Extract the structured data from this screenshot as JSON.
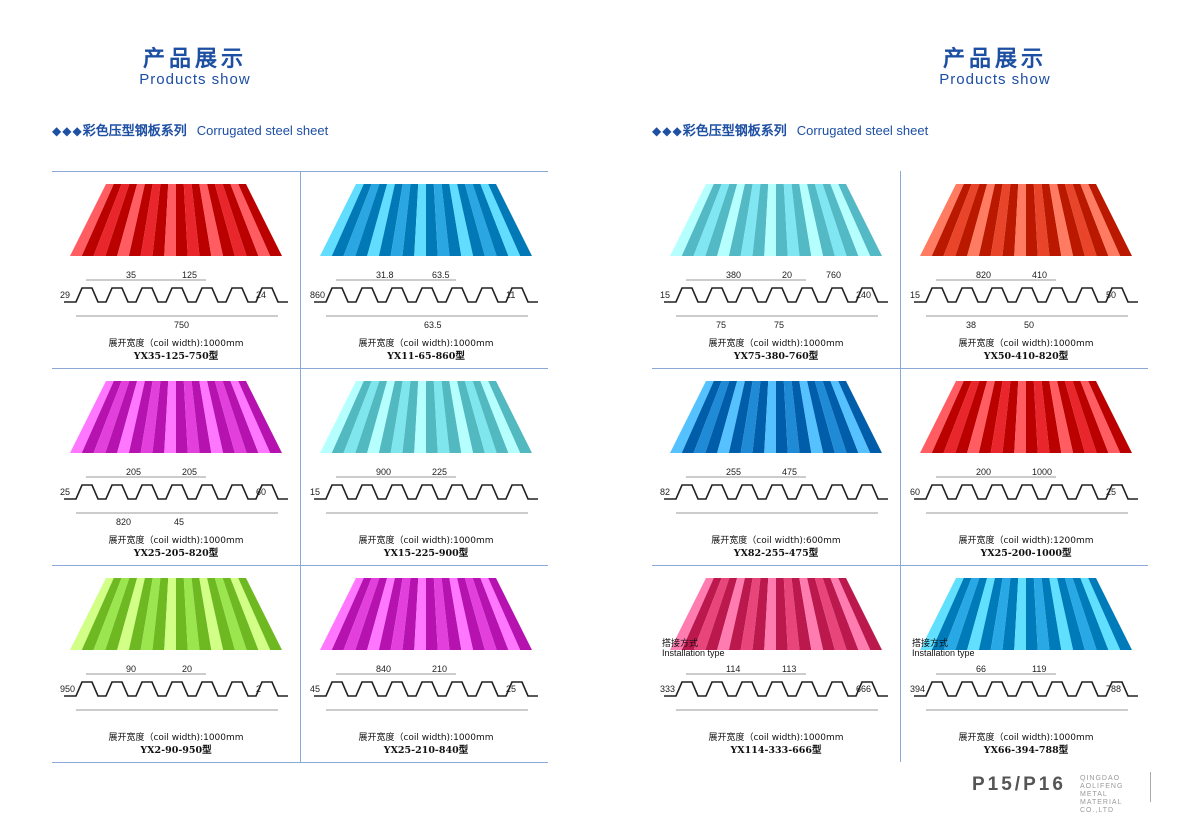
{
  "left_page": {
    "header": {
      "cn": "产品展示",
      "en": "Products show"
    },
    "section": {
      "diamonds": "◆◆◆",
      "cn": "彩色压型钢板系列",
      "en": "Corrugated steel sheet"
    }
  },
  "right_page": {
    "header": {
      "cn": "产品展示",
      "en": "Products show"
    },
    "section": {
      "diamonds": "◆◆◆",
      "cn": "彩色压型钢板系列",
      "en": "Corrugated steel sheet"
    }
  },
  "colors": {
    "accent": "#1d4fa3",
    "grid_line": "#8aa9d6"
  },
  "products": [
    {
      "color": "#e8262b",
      "coil_width": "展开宽度（coil width):1000mm",
      "model": "YX35-125-750型",
      "dims": {
        "a": "35",
        "b": "125",
        "c": "29",
        "d": "24",
        "e": "750"
      }
    },
    {
      "color": "#2aa6e3",
      "coil_width": "展开宽度（coil width):1000mm",
      "model": "YX11-65-860型",
      "dims": {
        "a": "31.8",
        "b": "63.5",
        "c": "860",
        "d": "11",
        "e": "63.5"
      }
    },
    {
      "color": "#e23fdc",
      "coil_width": "展开宽度（coil width):1000mm",
      "model": "YX25-205-820型",
      "dims": {
        "a": "205",
        "b": "205",
        "c": "25",
        "d": "60",
        "e": "45",
        "f": "820"
      }
    },
    {
      "color": "#7fe6ee",
      "coil_width": "展开宽度（coil width):1000mm",
      "model": "YX15-225-900型",
      "dims": {
        "a": "900",
        "b": "225",
        "c": "15"
      }
    },
    {
      "color": "#9be64f",
      "coil_width": "展开宽度（coil width):1000mm",
      "model": "YX2-90-950型",
      "dims": {
        "a": "90",
        "b": "20",
        "c": "950",
        "d": "2"
      }
    },
    {
      "color": "#e23fdc",
      "coil_width": "展开宽度（coil width):1000mm",
      "model": "YX25-210-840型",
      "dims": {
        "a": "840",
        "b": "210",
        "c": "45",
        "d": "25"
      }
    },
    {
      "color": "#7fe6f2",
      "coil_width": "展开宽度（coil width):1000mm",
      "model": "YX75-380-760型",
      "dims": {
        "a": "380",
        "b": "20",
        "c": "15",
        "d": "240",
        "e": "75",
        "f": "75",
        "g": "760"
      }
    },
    {
      "color": "#e8452b",
      "coil_width": "展开宽度（coil width):1000mm",
      "model": "YX50-410-820型",
      "dims": {
        "a": "820",
        "b": "410",
        "c": "15",
        "d": "50",
        "e": "50",
        "f": "38"
      }
    },
    {
      "color": "#1f8ad6",
      "coil_width": "展开宽度（coil width):600mm",
      "model": "YX82-255-475型",
      "dims": {
        "a": "255",
        "b": "475",
        "c": "82"
      }
    },
    {
      "color": "#e8262b",
      "coil_width": "展开宽度（coil width):1200mm",
      "model": "YX25-200-1000型",
      "dims": {
        "a": "200",
        "b": "1000",
        "c": "60",
        "d": "25"
      }
    },
    {
      "color": "#e8457a",
      "coil_width": "展开宽度（coil width):1000mm",
      "model": "YX114-333-666型",
      "install": {
        "cn": "搭接方式",
        "en": "Installation type"
      },
      "dims": {
        "a": "114",
        "b": "113",
        "c": "333",
        "d": "666"
      }
    },
    {
      "color": "#29a8e6",
      "coil_width": "展开宽度（coil width):1000mm",
      "model": "YX66-394-788型",
      "install": {
        "cn": "搭接方式",
        "en": "Installation type"
      },
      "dims": {
        "a": "66",
        "b": "119",
        "c": "394",
        "d": "788"
      }
    }
  ],
  "footer": {
    "page_numbers": "P15/P16",
    "company_line1": "QINGDAO AOLIFENG",
    "company_line2": "METAL MATERIAL",
    "company_line3": "CO.,LTD"
  }
}
